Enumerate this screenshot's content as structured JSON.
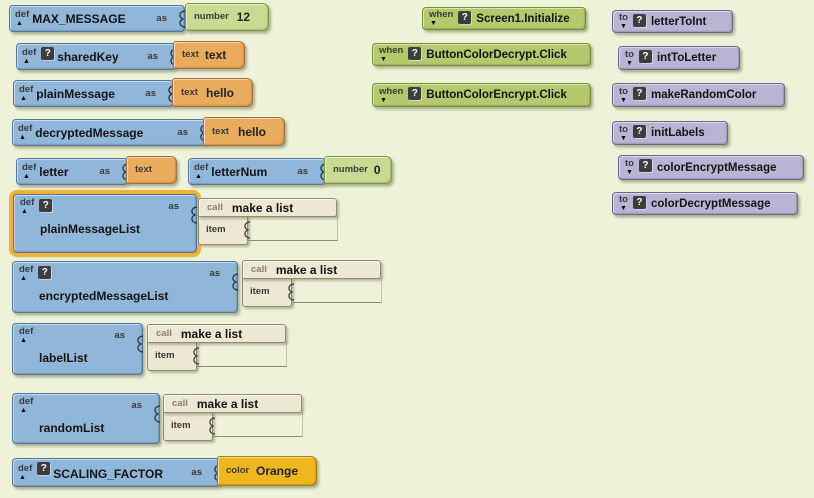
{
  "colors": {
    "bg": "#edf2d8",
    "def_fill": "#90b6d9",
    "def_border": "#54789c",
    "number_fill": "#c9db93",
    "number_border": "#85973f",
    "text_fill": "#e9ab5c",
    "text_border": "#a8713a",
    "call_fill": "#ece8d4",
    "call_border": "#8e8c75",
    "when_fill": "#b5c96c",
    "when_border": "#768f33",
    "to_fill": "#bab3d4",
    "to_border": "#6f668f",
    "color_fill": "#eeb71e",
    "color_border": "#a97e08",
    "select_halo": "#f2b135",
    "badge_bg": "#3d3d3d",
    "badge_fg": "#ffffff"
  },
  "labels": {
    "def": "def",
    "as": "as",
    "when": "when",
    "to": "to",
    "call": "call",
    "item": "item",
    "number": "number",
    "text": "text",
    "color": "color",
    "q": "?",
    "up_arrow": "▲",
    "down_arrow": "▼",
    "make_a_list": "make a list"
  },
  "selection": {
    "selected_block": "plainMessageList"
  },
  "global_defs": [
    {
      "name": "MAX_MESSAGE",
      "value_type": "number",
      "value": "12"
    },
    {
      "name": "sharedKey",
      "value_type": "text",
      "value": "text",
      "has_comment_badge": true
    },
    {
      "name": "plainMessage",
      "value_type": "text",
      "value": "hello"
    },
    {
      "name": "decryptedMessage",
      "value_type": "text",
      "value": "hello"
    },
    {
      "name": "letter",
      "value_type": "text",
      "value": ""
    },
    {
      "name": "letterNum",
      "value_type": "number",
      "value": "0"
    },
    {
      "name": "plainMessageList",
      "value_type": "make-a-list",
      "has_comment_badge": true,
      "selected": true
    },
    {
      "name": "encryptedMessageList",
      "value_type": "make-a-list",
      "has_comment_badge": true
    },
    {
      "name": "labelList",
      "value_type": "make-a-list"
    },
    {
      "name": "randomList",
      "value_type": "make-a-list"
    },
    {
      "name": "SCALING_FACTOR",
      "value_type": "color",
      "value": "Orange",
      "has_comment_badge": true
    }
  ],
  "events": [
    {
      "label": "Screen1.Initialize"
    },
    {
      "label": "ButtonColorDecrypt.Click"
    },
    {
      "label": "ButtonColorEncrypt.Click"
    }
  ],
  "procedures": [
    {
      "label": "letterToInt"
    },
    {
      "label": "intToLetter"
    },
    {
      "label": "makeRandomColor"
    },
    {
      "label": "initLabels"
    },
    {
      "label": "colorEncryptMessage"
    },
    {
      "label": "colorDecryptMessage"
    }
  ]
}
